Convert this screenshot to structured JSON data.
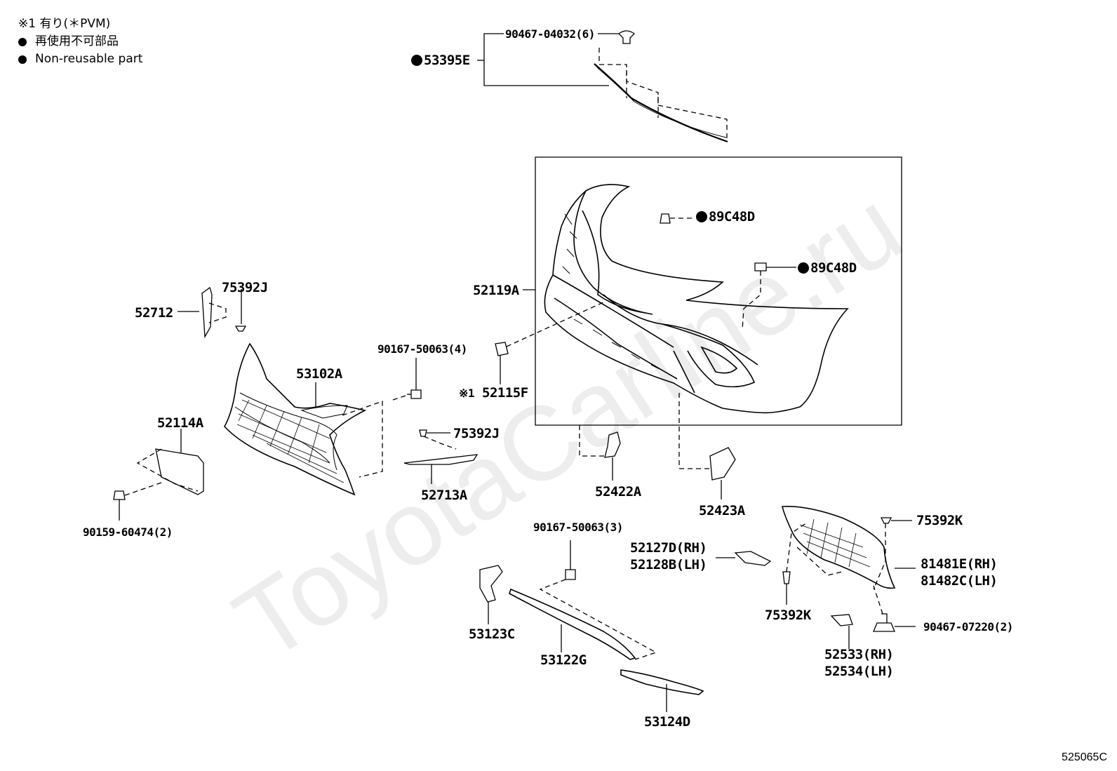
{
  "legend": {
    "note1": "※1 有り(＊PVM)",
    "non_reusable_ja": "再使用不可部品",
    "non_reusable_en": "Non-reusable part"
  },
  "watermark": "ToyotaCarline.ru",
  "diagram_code": "525065C",
  "parts": {
    "p90467_04032": "90467-04032(6)",
    "p53395E": "53395E",
    "p89C48D_a": "89C48D",
    "p89C48D_b": "89C48D",
    "p52119A": "52119A",
    "p75392J_a": "75392J",
    "p52712": "52712",
    "p90167_50063_4": "90167-50063(4)",
    "p53102A": "53102A",
    "p52115F_mark": "※1",
    "p52115F": "52115F",
    "p52114A": "52114A",
    "p75392J_b": "75392J",
    "p52713A": "52713A",
    "p52422A": "52422A",
    "p90159_60474": "90159-60474(2)",
    "p52423A": "52423A",
    "p75392K_a": "75392K",
    "p90167_50063_3": "90167-50063(3)",
    "p52127D": "52127D(RH)",
    "p52128B": "52128B(LH)",
    "p81481E": "81481E(RH)",
    "p81482C": "81482C(LH)",
    "p75392K_b": "75392K",
    "p53123C": "53123C",
    "p90467_07220": "90467-07220(2)",
    "p53122G": "53122G",
    "p52533": "52533(RH)",
    "p52534": "52534(LH)",
    "p53124D": "53124D"
  }
}
